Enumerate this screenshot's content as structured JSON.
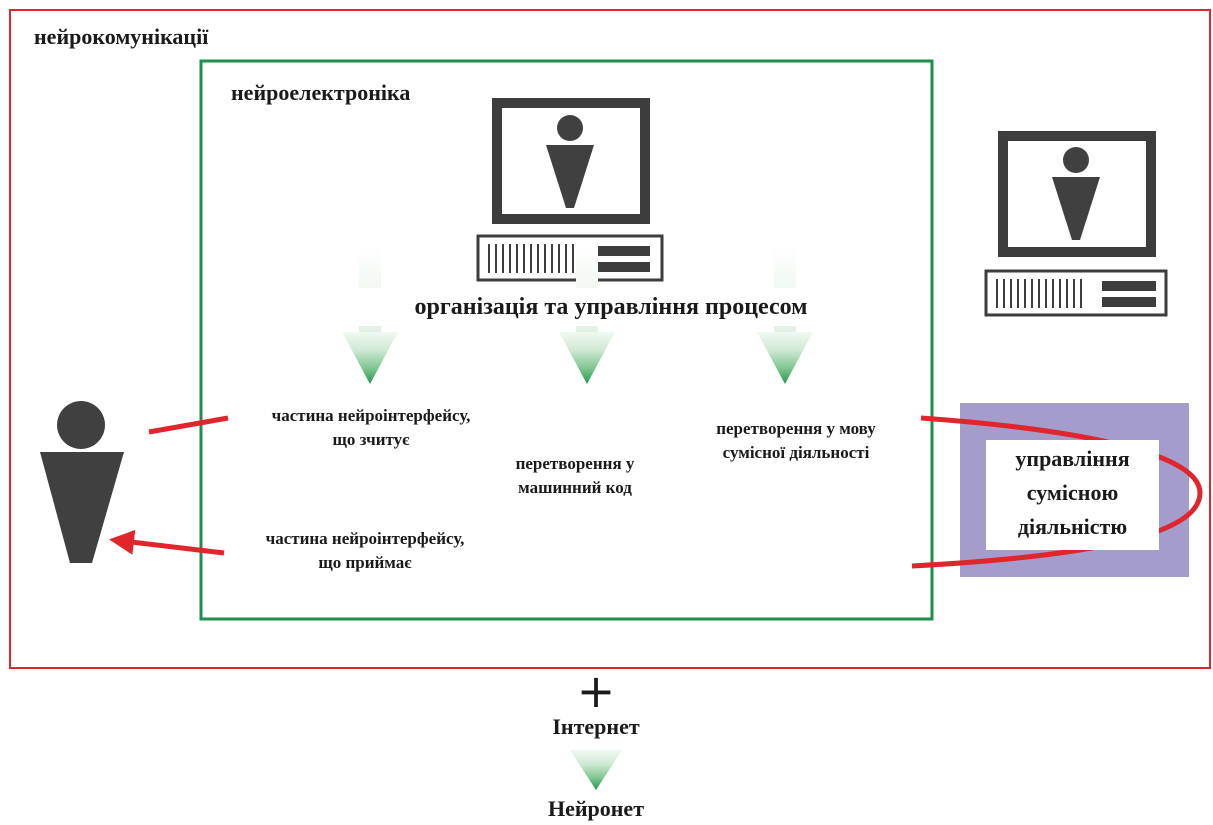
{
  "labels": {
    "neurocommunications": "нейрокомунікації",
    "neuroelectronics": "нейроелектроніка",
    "process_management": "організація та управління процесом",
    "read_part_line1": "частина нейроінтерфейсу,",
    "read_part_line2": "що зчитує",
    "receive_part_line1": "частина нейроінтерфейсу,",
    "receive_part_line2": "що приймає",
    "machine_code_line1": "перетворення у",
    "machine_code_line2": "машинний код",
    "joint_lang_line1": "перетворення у мову",
    "joint_lang_line2": "сумісної діяльності",
    "joint_mgmt_line1": "управління",
    "joint_mgmt_line2": "сумісною",
    "joint_mgmt_line3": "діяльністю",
    "plus": "+",
    "internet": "Інтернет",
    "neuronet": "Нейронет"
  },
  "colors": {
    "outer_frame": "#e0262b",
    "inner_frame": "#1e8f4e",
    "connector": "#e0262b",
    "figure": "#404040",
    "arrow_top": "#eef7ee",
    "arrow_bottom": "#1f9a4a",
    "purple_panel": "#a49ccb"
  },
  "icons": [
    "computer-icon",
    "person-icon",
    "down-arrow-icon"
  ]
}
